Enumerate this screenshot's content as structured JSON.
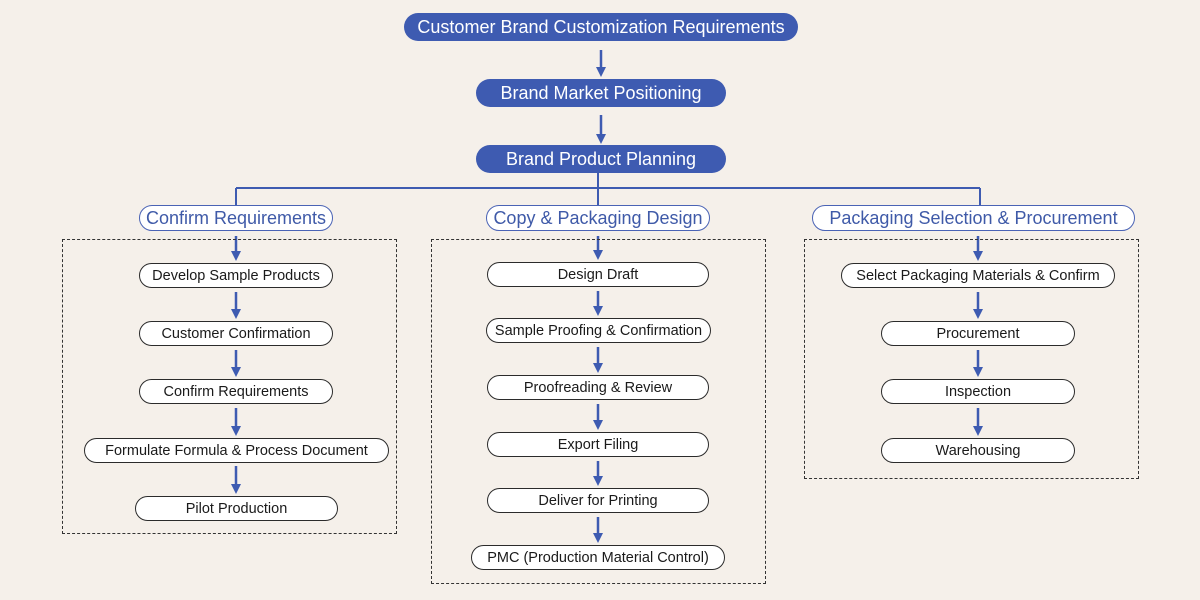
{
  "top": {
    "requirements": "Customer Brand Customization Requirements",
    "positioning": "Brand Market Positioning",
    "planning": "Brand Product Planning"
  },
  "branches": [
    {
      "title": "Confirm Requirements",
      "steps": [
        "Develop Sample Products",
        "Customer Confirmation",
        "Confirm Requirements",
        "Formulate Formula & Process Document",
        "Pilot Production"
      ]
    },
    {
      "title": "Copy & Packaging Design",
      "steps": [
        "Design Draft",
        "Sample Proofing & Confirmation",
        "Proofreading & Review",
        "Export Filing",
        "Deliver for Printing",
        "PMC (Production Material Control)"
      ]
    },
    {
      "title": "Packaging Selection & Procurement",
      "steps": [
        "Select Packaging Materials & Confirm",
        "Procurement",
        "Inspection",
        "Warehousing"
      ]
    }
  ],
  "colors": {
    "accent": "#3e5bb1",
    "background": "#f5f0ea",
    "outline": "#4a63b5"
  }
}
